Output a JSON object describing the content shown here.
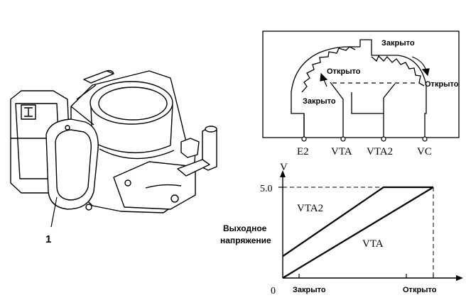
{
  "illustration": {
    "callout_number": "1"
  },
  "circuit": {
    "label_closed_top": "Закрыто",
    "label_open_right": "Открыто",
    "label_open_inner": "Открыто",
    "label_closed_inner": "Закрыто",
    "terminals": [
      "E2",
      "VTA",
      "VTA2",
      "VC"
    ]
  },
  "chart_data": {
    "type": "line",
    "ylabel_unit": "V",
    "ylabel": "Выходное напряжение",
    "xlabel_closed": "Закрыто",
    "xlabel_open": "Открыто",
    "origin_label": "0",
    "y_max_label": "5.0",
    "series": [
      {
        "name": "VTA2",
        "points": [
          [
            0,
            1.2
          ],
          [
            0.67,
            5.0
          ],
          [
            1.0,
            5.0
          ]
        ]
      },
      {
        "name": "VTA",
        "points": [
          [
            0,
            0
          ],
          [
            0.12,
            0.6
          ],
          [
            1.0,
            5.0
          ]
        ]
      }
    ]
  }
}
